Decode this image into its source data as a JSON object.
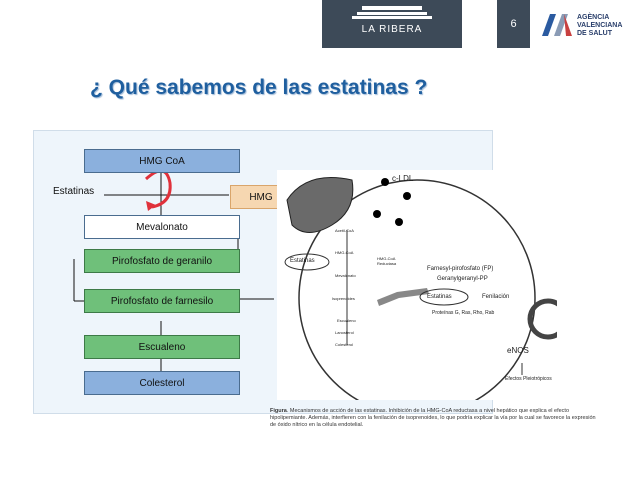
{
  "header": {
    "logo_text": "LA RIBERA",
    "page_number": "6",
    "agency_lines": [
      "AGÈNCIA",
      "VALENCIANA",
      "DE SALUT"
    ]
  },
  "slide": {
    "title": "¿ Qué sabemos de las estatinas ?"
  },
  "pathway": {
    "statins_label": "Estatinas",
    "hmg_orange_label": "HMG",
    "boxes": [
      "HMG CoA",
      "Mevalonato",
      "Pirofosfato de geranilo",
      "Pirofosfato de farnesilo",
      "Escualeno",
      "Colesterol"
    ]
  },
  "cell_diagram": {
    "ldl": "c-LDL",
    "acetil": "Acetil-CoA",
    "hmg": "HMG-CoA",
    "reductasa": "HMG-CoA Reductasa",
    "estatinas_oval_1": "Estatinas",
    "mevalonato": "Mevalonato",
    "isoprenoides": "Isoprenoides",
    "escualeno": "Escualeno",
    "lanosterol": "Lanosterol",
    "colesterol": "Colesterol",
    "farnesyl": "Farnesyl-pirofosfato (FP)",
    "geranyl": "Geranylgeranyl-PP",
    "estatinas_oval_2": "Estatinas",
    "fenilacion": "Fenilación",
    "proteinas": "Proteínas G, Ras, Rho, Rab",
    "enos": "eNOS",
    "pleio": "Efectos Pleiotrópicos"
  },
  "caption": {
    "bold": "Figura",
    "text": ". Mecanismos de acción de las estatinas. Inhibición de la HMG-CoA reductasa a nivel hepático que explica el efecto hipolipemiante. Además, interfieren con la fenilación de isoprenoides, lo que podría explicar la vía por la cual se favorece la expresión de óxido nítrico en la célula endotelial."
  },
  "colors": {
    "title": "#1f5f9f",
    "blue_box": "#8bb0dd",
    "green_box": "#6fc07a",
    "header_dark": "#3d4a58"
  }
}
